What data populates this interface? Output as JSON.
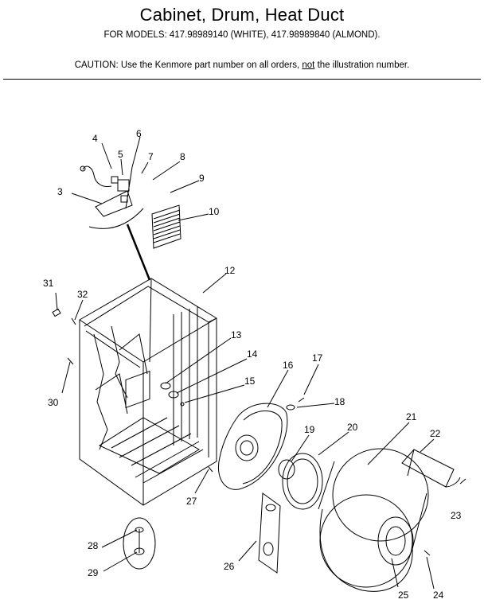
{
  "header": {
    "title": "Cabinet, Drum, Heat Duct",
    "models": "FOR MODELS:  417.98989140 (WHITE), 417.98989840 (ALMOND).",
    "caution_before": "CAUTION:  Use the Kenmore part number on all orders, ",
    "caution_not": "not",
    "caution_after": " the illustration number."
  },
  "callouts": {
    "c3": "3",
    "c4": "4",
    "c5": "5",
    "c6": "6",
    "c7": "7",
    "c8": "8",
    "c9": "9",
    "c10": "10",
    "c12": "12",
    "c13": "13",
    "c14": "14",
    "c15": "15",
    "c16": "16",
    "c17": "17",
    "c18": "18",
    "c19": "19",
    "c20": "20",
    "c21": "21",
    "c22": "22",
    "c23": "23",
    "c24": "24",
    "c25": "25",
    "c26": "26",
    "c27": "27",
    "c28": "28",
    "c29": "29",
    "c30": "30",
    "c31": "31",
    "c32": "32"
  }
}
